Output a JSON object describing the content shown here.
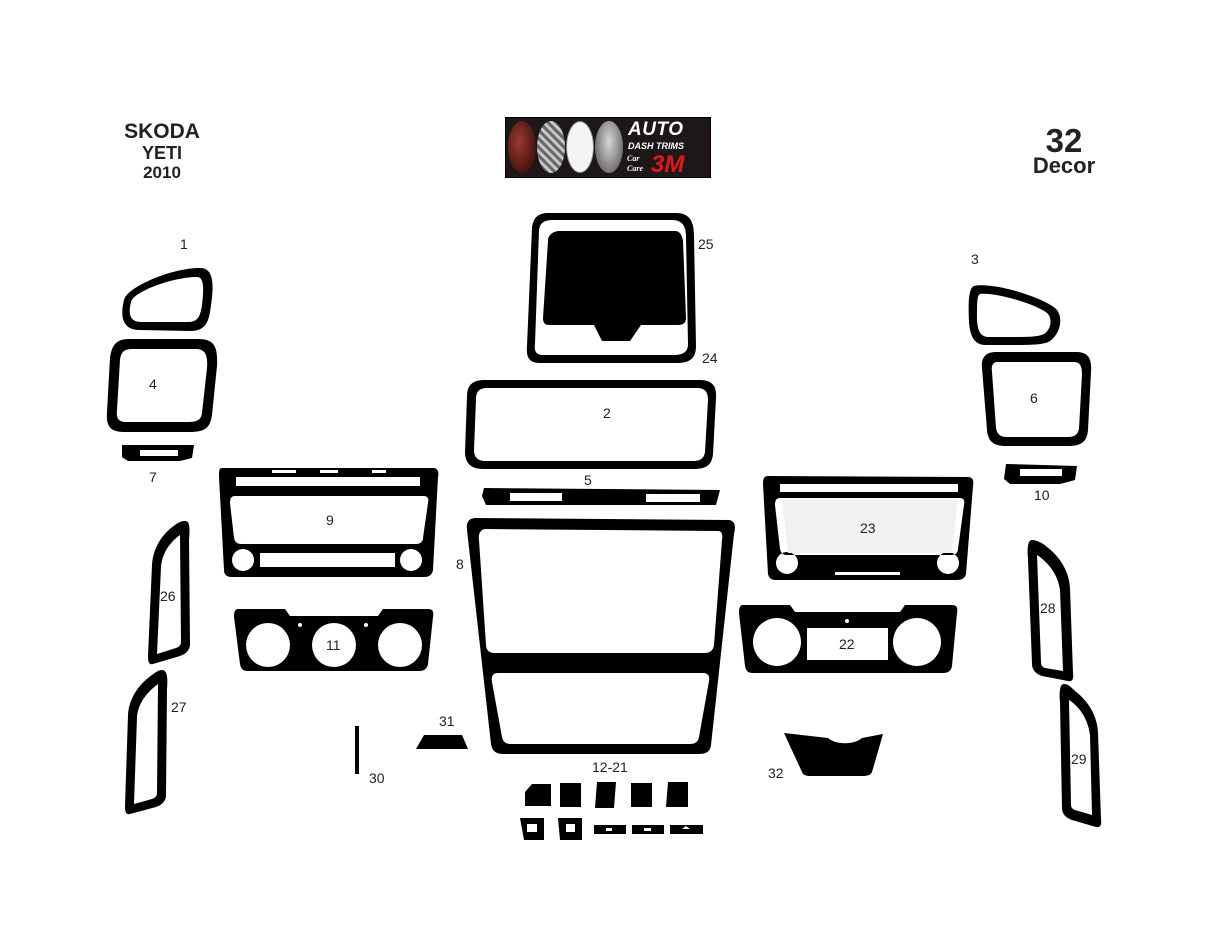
{
  "header": {
    "make": "SKODA",
    "model": "YETI",
    "year": "2010",
    "piece_count": "32",
    "piece_word": "Decor"
  },
  "logo": {
    "auto": "AUTO",
    "dash_trims": "DASH TRIMS",
    "car": "Car",
    "care": "Care",
    "brand_3m": "3M",
    "brand_color": "#e4161c"
  },
  "labels": {
    "p1": "1",
    "p2": "2",
    "p3": "3",
    "p4": "4",
    "p5": "5",
    "p6": "6",
    "p7": "7",
    "p8": "8",
    "p9": "9",
    "p10": "10",
    "p11": "11",
    "p12_21": "12-21",
    "p22": "22",
    "p23": "23",
    "p24": "24",
    "p25": "25",
    "p26": "26",
    "p27": "27",
    "p28": "28",
    "p29": "29",
    "p30": "30",
    "p31": "31",
    "p32": "32"
  },
  "colors": {
    "trim": "#000000",
    "background": "#ffffff",
    "panel_fill": "#f1f1f1"
  }
}
